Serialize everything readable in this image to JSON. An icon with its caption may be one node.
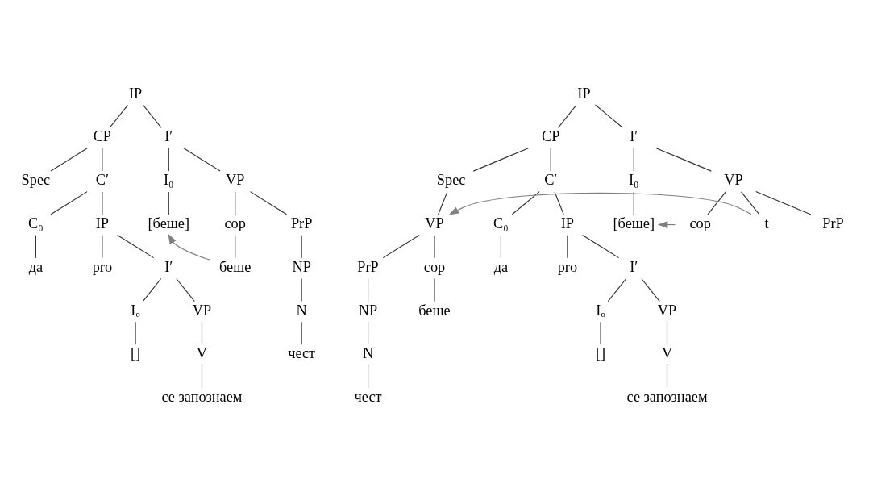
{
  "diagram": {
    "nodes": [
      {
        "text": [
          "IP"
        ]
      },
      {
        "text": [
          "CP"
        ]
      },
      {
        "text": [
          "I′"
        ]
      },
      {
        "text": [
          "Spec"
        ]
      },
      {
        "text": [
          "C′"
        ]
      },
      {
        "text": [
          "I₀"
        ]
      },
      {
        "text": [
          "VP"
        ]
      },
      {
        "text": [
          "C₀"
        ]
      },
      {
        "text": [
          "IP"
        ]
      },
      {
        "text": [
          "[беше]"
        ]
      },
      {
        "text": [
          "cop"
        ]
      },
      {
        "text": [
          "PrP"
        ]
      },
      {
        "text": [
          "да"
        ]
      },
      {
        "text": [
          "pro"
        ]
      },
      {
        "text": [
          "I′"
        ]
      },
      {
        "text": [
          "беше"
        ]
      },
      {
        "text": [
          "NP"
        ]
      },
      {
        "text": [
          "Iₒ"
        ]
      },
      {
        "text": [
          "VP"
        ]
      },
      {
        "text": [
          "N"
        ]
      },
      {
        "text": [
          "[]"
        ]
      },
      {
        "text": [
          "V"
        ]
      },
      {
        "text": [
          "чест"
        ]
      },
      {
        "text": [
          "се запознаем"
        ]
      },
      {
        "text": [
          "IP"
        ]
      },
      {
        "text": [
          "CP"
        ]
      },
      {
        "text": [
          "I′"
        ]
      },
      {
        "text": [
          "Spec"
        ]
      },
      {
        "text": [
          "C′"
        ]
      },
      {
        "text": [
          "I₀"
        ]
      },
      {
        "text": [
          "VP"
        ]
      },
      {
        "text": [
          "VP"
        ]
      },
      {
        "text": [
          "C₀"
        ]
      },
      {
        "text": [
          "IP"
        ]
      },
      {
        "text": [
          "[беше]"
        ]
      },
      {
        "text": [
          "cop"
        ]
      },
      {
        "text": [
          "t"
        ]
      },
      {
        "text": [
          "PrP"
        ]
      },
      {
        "text": [
          "PrP"
        ]
      },
      {
        "text": [
          "cop"
        ]
      },
      {
        "text": [
          "да"
        ]
      },
      {
        "text": [
          "pro"
        ]
      },
      {
        "text": [
          "I′"
        ]
      },
      {
        "text": [
          "NP"
        ]
      },
      {
        "text": [
          "беше"
        ]
      },
      {
        "text": [
          "Iₒ"
        ]
      },
      {
        "text": [
          "VP"
        ]
      },
      {
        "text": [
          "N"
        ]
      },
      {
        "text": [
          "[]"
        ]
      },
      {
        "text": [
          "V"
        ]
      },
      {
        "text": [
          "чест"
        ]
      },
      {
        "text": [
          "се запознаем"
        ]
      }
    ],
    "edges": [
      {
        "from": 0,
        "to": 1,
        "arrow": "none"
      },
      {
        "from": 0,
        "to": 2,
        "arrow": "none"
      },
      {
        "from": 1,
        "to": 3,
        "arrow": "none"
      },
      {
        "from": 1,
        "to": 4,
        "arrow": "none"
      },
      {
        "from": 2,
        "to": 5,
        "arrow": "none"
      },
      {
        "from": 2,
        "to": 6,
        "arrow": "none"
      },
      {
        "from": 4,
        "to": 7,
        "arrow": "none"
      },
      {
        "from": 4,
        "to": 8,
        "arrow": "none"
      },
      {
        "from": 5,
        "to": 9,
        "arrow": "none"
      },
      {
        "from": 6,
        "to": 10,
        "arrow": "none"
      },
      {
        "from": 6,
        "to": 11,
        "arrow": "none"
      },
      {
        "from": 7,
        "to": 12,
        "arrow": "none"
      },
      {
        "from": 8,
        "to": 13,
        "arrow": "none"
      },
      {
        "from": 8,
        "to": 14,
        "arrow": "none"
      },
      {
        "from": 10,
        "to": 15,
        "arrow": "none"
      },
      {
        "from": 11,
        "to": 16,
        "arrow": "none"
      },
      {
        "from": 14,
        "to": 17,
        "arrow": "none"
      },
      {
        "from": 14,
        "to": 18,
        "arrow": "none"
      },
      {
        "from": 16,
        "to": 19,
        "arrow": "none"
      },
      {
        "from": 17,
        "to": 20,
        "arrow": "none"
      },
      {
        "from": 18,
        "to": 21,
        "arrow": "none"
      },
      {
        "from": 19,
        "to": 22,
        "arrow": "none"
      },
      {
        "from": 21,
        "to": 23,
        "arrow": "none"
      },
      {
        "from": 15,
        "to": 9,
        "arrow": "to",
        "color": "#808080"
      },
      {
        "from": 24,
        "to": 25,
        "arrow": "none"
      },
      {
        "from": 24,
        "to": 26,
        "arrow": "none"
      },
      {
        "from": 25,
        "to": 27,
        "arrow": "none"
      },
      {
        "from": 25,
        "to": 28,
        "arrow": "none"
      },
      {
        "from": 26,
        "to": 29,
        "arrow": "none"
      },
      {
        "from": 26,
        "to": 30,
        "arrow": "none"
      },
      {
        "from": 27,
        "to": 31,
        "arrow": "none"
      },
      {
        "from": 28,
        "to": 32,
        "arrow": "none"
      },
      {
        "from": 28,
        "to": 33,
        "arrow": "none"
      },
      {
        "from": 29,
        "to": 34,
        "arrow": "none"
      },
      {
        "from": 30,
        "to": 35,
        "arrow": "none"
      },
      {
        "from": 30,
        "to": 36,
        "arrow": "none"
      },
      {
        "from": 30,
        "to": 37,
        "arrow": "none"
      },
      {
        "from": 31,
        "to": 38,
        "arrow": "none"
      },
      {
        "from": 31,
        "to": 39,
        "arrow": "none"
      },
      {
        "from": 32,
        "to": 40,
        "arrow": "none"
      },
      {
        "from": 33,
        "to": 41,
        "arrow": "none"
      },
      {
        "from": 33,
        "to": 42,
        "arrow": "none"
      },
      {
        "from": 38,
        "to": 43,
        "arrow": "none"
      },
      {
        "from": 39,
        "to": 44,
        "arrow": "none"
      },
      {
        "from": 42,
        "to": 45,
        "arrow": "none"
      },
      {
        "from": 42,
        "to": 46,
        "arrow": "none"
      },
      {
        "from": 43,
        "to": 47,
        "arrow": "none"
      },
      {
        "from": 45,
        "to": 48,
        "arrow": "none"
      },
      {
        "from": 46,
        "to": 49,
        "arrow": "none"
      },
      {
        "from": 47,
        "to": 50,
        "arrow": "none"
      },
      {
        "from": 49,
        "to": 51,
        "arrow": "none"
      },
      {
        "from": 35,
        "to": 34,
        "arrow": "to",
        "color": "#808080"
      },
      {
        "from": 36,
        "to": 31,
        "arrow": "to",
        "color": "#808080"
      }
    ]
  }
}
